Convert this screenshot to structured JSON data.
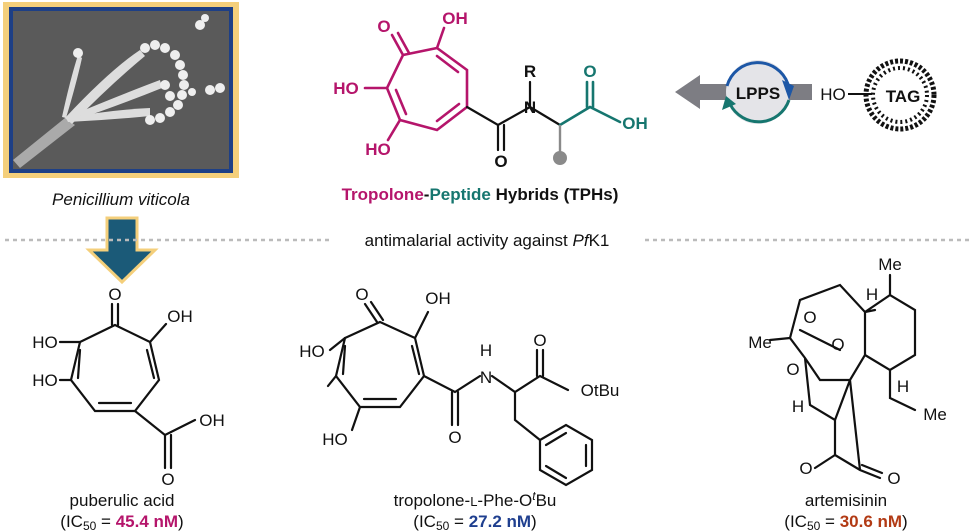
{
  "photo": {
    "caption": "Penicillium viticola"
  },
  "tph": {
    "labels": {
      "o_keto": "O",
      "oh_top": "OH",
      "ho_left": "HO",
      "ho_bottom": "HO",
      "r": "R",
      "n": "N",
      "o_amide": "O",
      "o_acid": "O",
      "oh_acid": "OH"
    },
    "title_part1": "Tropolone",
    "title_dash": "-",
    "title_part2": "Peptide",
    "title_part3": " Hybrids (TPHs)"
  },
  "lpps": {
    "label": "LPPS",
    "ho": "HO",
    "tag": "TAG"
  },
  "divider": {
    "text_prefix": "antimalarial activity against ",
    "text_italic": "Pf",
    "text_suffix": "K1"
  },
  "compounds": [
    {
      "name": "puberulic acid",
      "ic_prefix": "(IC",
      "ic_sub": "50",
      "ic_eq": " = ",
      "ic_value": "45.4 nM",
      "ic_close": ")",
      "value_color": "#b5156b",
      "labels": {
        "o": "O",
        "oh1": "OH",
        "ho1": "HO",
        "ho2": "HO",
        "o2": "O",
        "oh2": "OH"
      }
    },
    {
      "name_prefix": "tropolone-",
      "name_l": "L",
      "name_mid": "-Phe-O",
      "name_sup": "t",
      "name_suffix": "Bu",
      "ic_prefix": "(IC",
      "ic_sub": "50",
      "ic_eq": " = ",
      "ic_value": "27.2 nM",
      "ic_close": ")",
      "value_color": "#1f3f8f",
      "labels": {
        "o": "O",
        "oh": "OH",
        "ho1": "HO",
        "ho2": "HO",
        "o_amide": "O",
        "nh_h": "H",
        "nh_n": "N",
        "o_ester": "O",
        "otbu": "OtBu"
      }
    },
    {
      "name": "artemisinin",
      "ic_prefix": "(IC",
      "ic_sub": "50",
      "ic_eq": " = ",
      "ic_value": "30.6 nM",
      "ic_close": ")",
      "value_color": "#b23a14",
      "labels": {
        "me1": "Me",
        "me2": "Me",
        "me3": "Me",
        "o1": "O",
        "o2": "O",
        "o3": "O",
        "o4": "O",
        "o5": "O",
        "h1": "H",
        "h2": "H",
        "h3": "H"
      }
    }
  ]
}
